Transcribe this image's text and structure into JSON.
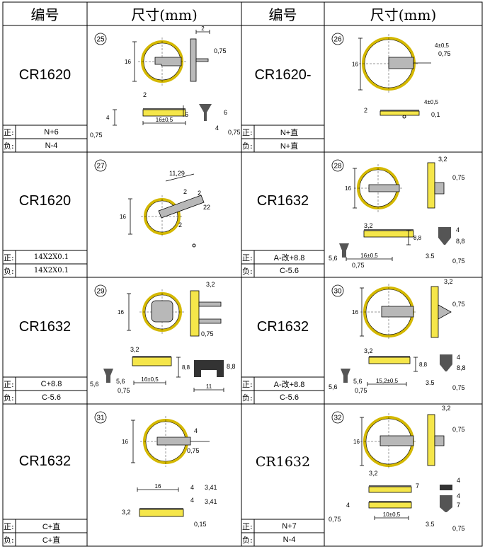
{
  "headers": {
    "left_code": "编号",
    "left_size": "尺寸(mm)",
    "right_code": "编号",
    "right_size": "尺寸(mm)"
  },
  "rows": [
    {
      "left": {
        "model": "CR1620",
        "num": "25",
        "pos_label": "正:",
        "pos": "N+6",
        "neg_label": "负:",
        "neg": "N-4"
      },
      "right": {
        "model": "CR1620-",
        "num": "26",
        "pos_label": "正:",
        "pos": "N+直",
        "neg_label": "负:",
        "neg": "N+直"
      }
    },
    {
      "left": {
        "model": "CR1620",
        "num": "27",
        "pos_label": "正:",
        "pos": "14X2X0.1",
        "neg_label": "负:",
        "neg": "14X2X0.1"
      },
      "right": {
        "model": "CR1632",
        "num": "28",
        "pos_label": "正:",
        "pos": "A-改+8.8",
        "neg_label": "负:",
        "neg": "C-5.6"
      }
    },
    {
      "left": {
        "model": "CR1632",
        "num": "29",
        "pos_label": "正:",
        "pos": "C+8.8",
        "neg_label": "负:",
        "neg": "C-5.6"
      },
      "right": {
        "model": "CR1632",
        "num": "30",
        "pos_label": "正:",
        "pos": "A-改+8.8",
        "neg_label": "负:",
        "neg": "C-5.6"
      }
    },
    {
      "left": {
        "model": "CR1632",
        "num": "31",
        "pos_label": "正:",
        "pos": "C+直",
        "neg_label": "负:",
        "neg": "C+直"
      },
      "right": {
        "model": "CR1632",
        "num": "32",
        "pos_label": "正:",
        "pos": "N+7",
        "neg_label": "负:",
        "neg": "N-4"
      }
    }
  ],
  "dims": {
    "d16": "16",
    "d075": "0,75",
    "d2": "2",
    "d4": "4",
    "d6": "6",
    "d16tol": "16±0,5",
    "d4tol": "4±0,5",
    "d01": "0,1",
    "d1129": "11,29",
    "d22": "22",
    "d32": "3,2",
    "d88": "8,8",
    "d56": "5,6",
    "d35": "3.5",
    "d11": "11",
    "d152tol": "15,2±0,5",
    "d341": "3,41",
    "d015": "0,15",
    "d7": "7",
    "d10tol": "10±0,5"
  },
  "colors": {
    "battery_fill": "#f5e64a",
    "battery_ring": "#d4b800",
    "tab_fill": "#b8b8b8",
    "line": "#000000"
  }
}
